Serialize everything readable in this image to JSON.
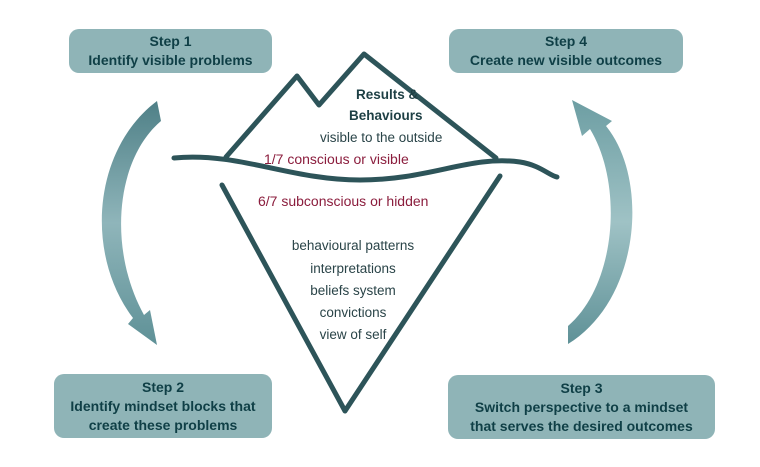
{
  "steps": {
    "step1": {
      "title": "Step 1",
      "text": "Identify visible problems"
    },
    "step2": {
      "title": "Step 2",
      "text_line1": "Identify mindset blocks that",
      "text_line2": "create these problems"
    },
    "step3": {
      "title": "Step 3",
      "text_line1": "Switch perspective to a mindset",
      "text_line2": "that serves the desired outcomes"
    },
    "step4": {
      "title": "Step 4",
      "text": "Create new visible outcomes"
    }
  },
  "iceberg": {
    "top_heading_line1": "Results &",
    "top_heading_line2": "Behaviours",
    "top_sub": "visible to the outside",
    "top_ratio": "1/7 conscious or visible",
    "bottom_ratio": "6/7 subconscious or hidden",
    "hidden_items": [
      "behavioural patterns",
      "interpretations",
      "beliefs system",
      "convictions",
      "view of self"
    ]
  },
  "colors": {
    "box_fill": "#8fb4b7",
    "box_text": "#0f3f46",
    "outline": "#2d5459",
    "arrow": "#6d9ea3",
    "accent_text": "#8b1d3d"
  }
}
